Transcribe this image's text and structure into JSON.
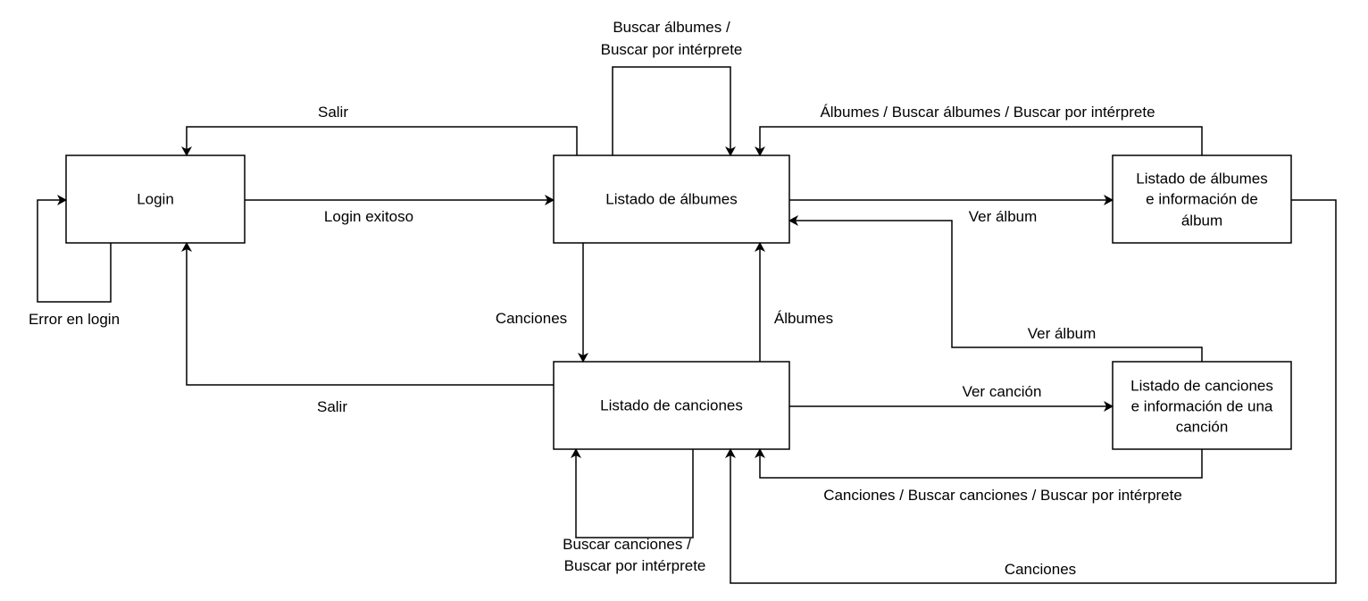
{
  "nodes": {
    "login": {
      "label": "Login"
    },
    "albums": {
      "label": "Listado de álbumes"
    },
    "songs": {
      "label": "Listado de canciones"
    },
    "album_info": {
      "lines": [
        "Listado de álbumes",
        "e información de",
        "álbum"
      ]
    },
    "song_info": {
      "lines": [
        "Listado de canciones",
        "e información de una",
        "canción"
      ]
    }
  },
  "edges": {
    "login_error": "Error en login",
    "login_success": "Login exitoso",
    "albums_exit": "Salir",
    "songs_exit": "Salir",
    "albums_self": [
      "Buscar álbumes /",
      "Buscar por intérprete"
    ],
    "songs_self": [
      "Buscar canciones /",
      "Buscar por intérprete"
    ],
    "albums_to_songs": "Canciones",
    "songs_to_albums": "Álbumes",
    "albums_to_album_info": "Ver álbum",
    "album_info_back": "Álbumes / Buscar álbumes / Buscar por intérprete",
    "album_info_to_songs": "Canciones",
    "songs_to_song_info": "Ver canción",
    "song_info_back": "Canciones / Buscar canciones / Buscar por intérprete",
    "song_info_to_album": "Ver álbum"
  }
}
